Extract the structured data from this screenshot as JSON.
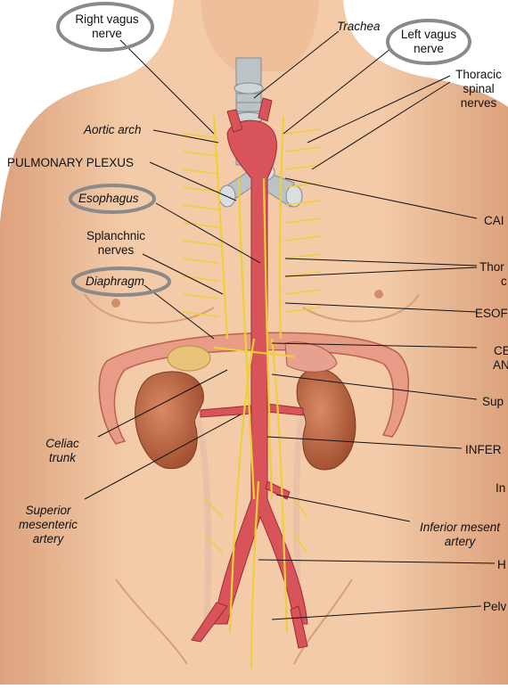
{
  "labels": {
    "right_vagus": "Right vagus nerve",
    "trachea": "Trachea",
    "left_vagus": "Left vagus nerve",
    "thoracic_spinal": "Thoracic spinal nerves",
    "aortic_arch": "Aortic arch",
    "pulmonary_plexus": "PULMONARY PLEXUS",
    "esophagus": "Esophagus",
    "splanchnic": "Splanchnic nerves",
    "diaphragm": "Diaphragm",
    "celiac_trunk": "Celiac trunk",
    "superior_mesenteric": "Superior mesenteric artery",
    "car": "CAI",
    "thor": "Thor",
    "thor_c": "c",
    "esop": "ESOF",
    "ce": "CE",
    "an": "AN",
    "sup": "Sup",
    "infer": "INFER",
    "in": "In",
    "inferior_mesenteric": "Inferior mesent artery",
    "h": "H",
    "pelv": "Pelv"
  },
  "colors": {
    "skin": "#f1c7a3",
    "skin_shadow": "#dba17c",
    "artery": "#d9535a",
    "nerve": "#f0d23a",
    "kidney": "#b85c3c",
    "trachea": "#a9b0b3",
    "highlight_ring": "#8a8a8a"
  }
}
